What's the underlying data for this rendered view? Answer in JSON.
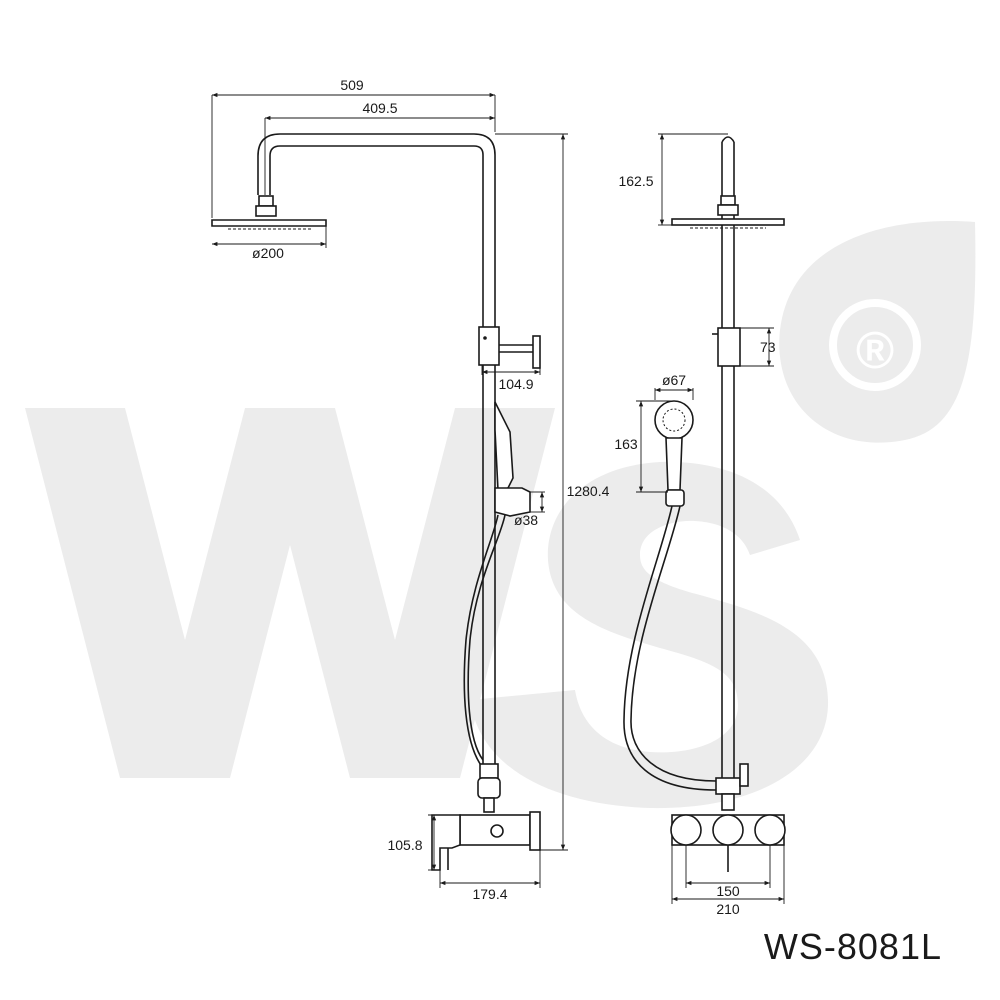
{
  "model": "WS-8081L",
  "watermark": {
    "text": "WS",
    "registered": "®"
  },
  "side_view": {
    "overall_width": "509",
    "arm_reach": "409.5",
    "head_diameter": "ø200",
    "bracket_depth": "104.9",
    "total_height": "1280.4",
    "holder_diameter": "ø38",
    "valve_height": "105.8",
    "valve_depth": "179.4"
  },
  "front_view": {
    "head_drop": "162.5",
    "bracket_height": "73",
    "handset_diameter": "ø67",
    "handset_length": "163",
    "centers": "150",
    "overall_width": "210"
  },
  "colors": {
    "line": "#1a1a1a",
    "watermark": "#ececec",
    "background": "#ffffff"
  }
}
